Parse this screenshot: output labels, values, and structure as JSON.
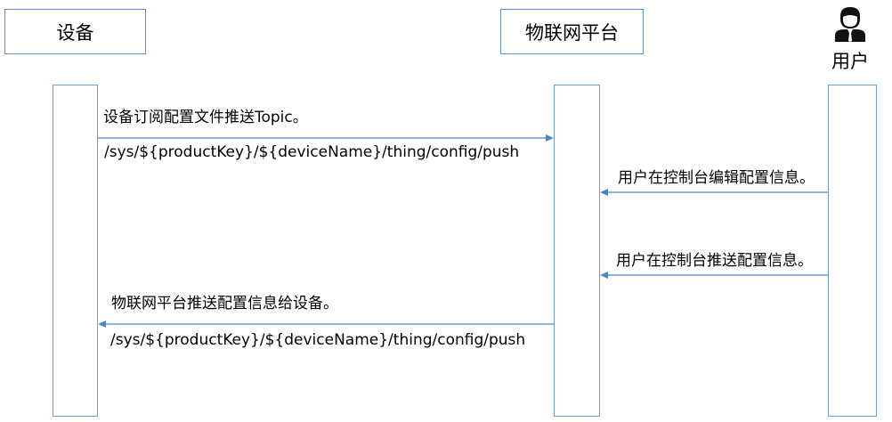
{
  "participants": {
    "device": "设备",
    "platform": "物联网平台",
    "user": "用户"
  },
  "icons": {
    "user": "user-avatar-icon"
  },
  "colors": {
    "line": "#5b8fc6",
    "arrow": "#4a86c5",
    "text": "#000000"
  },
  "messages": [
    {
      "label": "设备订阅配置文件推送Topic。",
      "topic": "/sys/${productKey}/${deviceName}/thing/config/push"
    },
    {
      "label": "用户在控制台编辑配置信息。"
    },
    {
      "label": "用户在控制台推送配置信息。"
    },
    {
      "label": "物联网平台推送配置信息给设备。",
      "topic": "/sys/${productKey}/${deviceName}/thing/config/push"
    }
  ]
}
